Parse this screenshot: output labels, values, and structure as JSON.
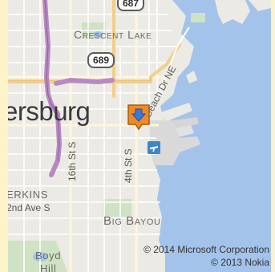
{
  "map": {
    "labels": {
      "crescent_lake": "Crescent Lake",
      "city": "ersburg",
      "big_bayou": "Big Bayou",
      "perkins": "ERKINS",
      "boyd_hill_1": "Boyd",
      "boyd_hill_2": "Hill"
    },
    "streets": {
      "sixteenth_st": "16th St S",
      "fourth_st": "4th St S",
      "second_ave": "2nd Ave S",
      "beach_dr": "Beach Dr NE"
    },
    "shields": {
      "route_687": "687",
      "route_689": "689"
    },
    "copyright": {
      "line1": "© 2014 Microsoft Corporation",
      "line2": "© 2013 Nokia"
    },
    "icons": {
      "pin": "location-pin-icon",
      "airport": "airport-icon"
    },
    "colors": {
      "water": "#a3c3ea",
      "land": "#eceae4",
      "highway": "#b888c4",
      "major_road": "#f3ce8a",
      "pin": "#f28a22",
      "frame": "#fdf3c8"
    }
  }
}
